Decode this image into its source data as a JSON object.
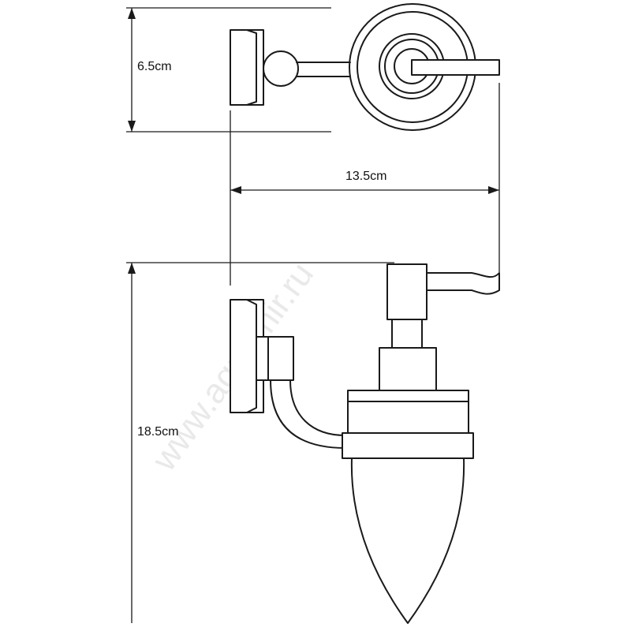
{
  "dimensions": {
    "depth": "6.5cm",
    "projection": "13.5cm",
    "height": "18.5cm"
  },
  "watermark": "www.aquamir.ru",
  "colors": {
    "line": "#1a1a1a",
    "background": "#ffffff",
    "watermark": "#e9e9e9"
  }
}
